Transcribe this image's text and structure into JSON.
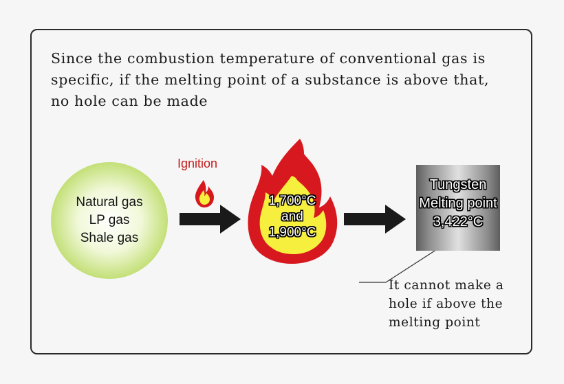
{
  "intro": {
    "lines": [
      "Since the combustion temperature of conventional gas is",
      "specific, if the melting point of a substance is above that,",
      "no hole can be made"
    ]
  },
  "gas_source": {
    "lines": [
      "Natural gas",
      "LP gas",
      "Shale gas"
    ]
  },
  "ignition": {
    "label": "Ignition"
  },
  "flame": {
    "lines": [
      "1,700°C",
      "and",
      "1,900°C"
    ]
  },
  "tungsten": {
    "lines": [
      "Tungsten",
      "Melting point",
      "3,422°C"
    ]
  },
  "note": {
    "lines": [
      "It cannot make a",
      "hole if above the",
      "melting point"
    ]
  },
  "colors": {
    "flame_outer": "#d7191f",
    "flame_inner": "#f6ef3e",
    "gas_circle": "#84bd3e",
    "ignition_text": "#c41a1a",
    "arrow": "#1a1a1a"
  }
}
